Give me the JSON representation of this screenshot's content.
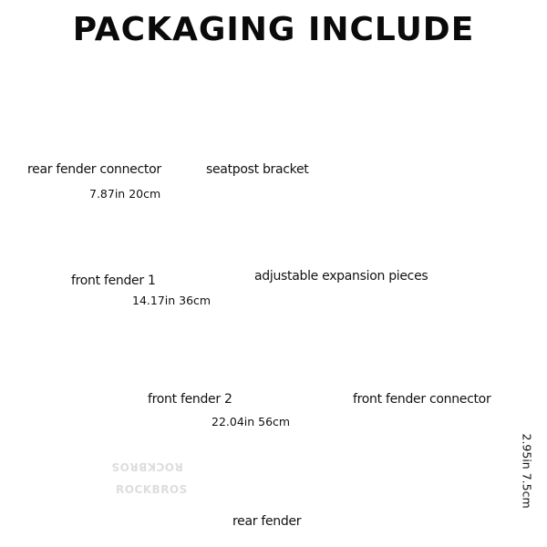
{
  "header": {
    "title": "PACKAGING INCLUDE"
  },
  "accent_color": "#d43a44",
  "parts": [
    {
      "id": "rear-fender-connector",
      "label": "rear fender connector"
    },
    {
      "id": "seatpost-bracket",
      "label": "seatpost bracket"
    },
    {
      "id": "screws-and-wrench",
      "label": ""
    },
    {
      "id": "front-fender-1",
      "label": "front fender 1",
      "dimension": "7.87in 20cm"
    },
    {
      "id": "adjustable-expansion-pieces",
      "label": "adjustable expansion pieces"
    },
    {
      "id": "front-fender-2",
      "label": "front fender 2",
      "dimension": "14.17in 36cm"
    },
    {
      "id": "front-fender-connector",
      "label": "front fender connector"
    },
    {
      "id": "rear-fender",
      "label": "rear fender",
      "dimension": "22.04in  56cm",
      "height_dimension": "2.95in  7.5cm",
      "brand_text": "ROCKBROS"
    }
  ]
}
